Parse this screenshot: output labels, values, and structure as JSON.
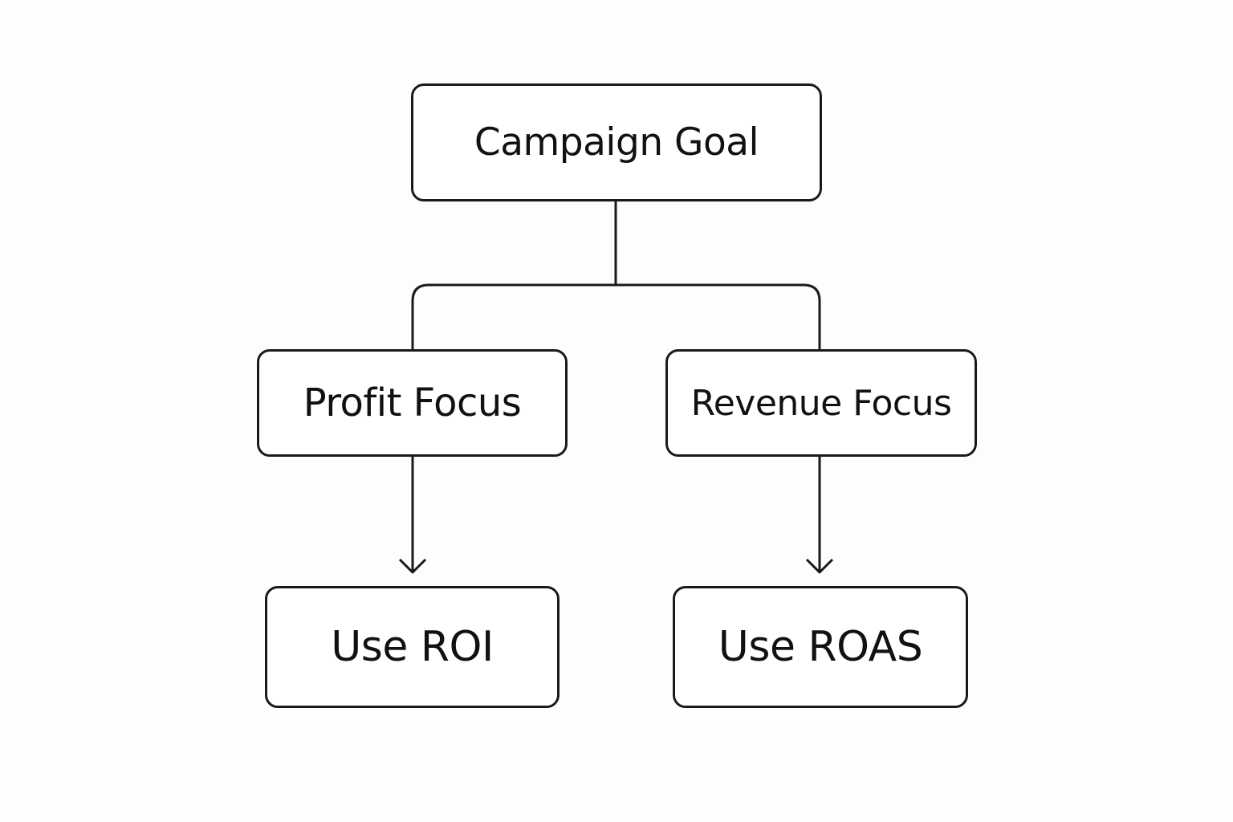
{
  "diagram": {
    "root": {
      "label": "Campaign Goal"
    },
    "branches": [
      {
        "label": "Profit Focus",
        "outcome": "Use ROI"
      },
      {
        "label": "Revenue Focus",
        "outcome": "Use ROAS"
      }
    ],
    "colors": {
      "line": "#1a1a1a",
      "text": "#111111",
      "background": "#fdfdfc",
      "box_fill": "#ffffff"
    }
  }
}
